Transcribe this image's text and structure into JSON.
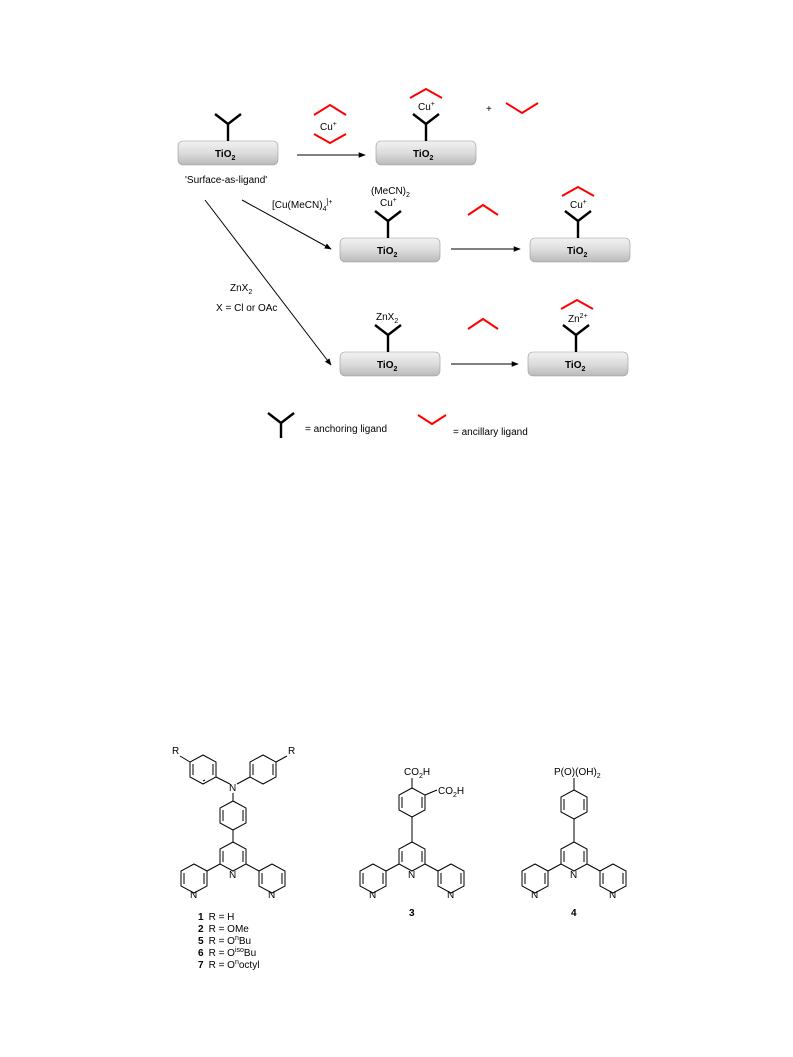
{
  "scheme": {
    "slab_label_main": "TiO",
    "slab_label_sub": "2",
    "surface_caption": "'Surface-as-ligand'",
    "top_reagent_cu": "Cu",
    "top_reagent_charge": "+",
    "top_product_cu": "Cu",
    "top_product_charge": "+",
    "plus_sign": "+",
    "mid_reagent_main": "[Cu(MeCN)",
    "mid_reagent_sub": "4",
    "mid_reagent_charge": "]+",
    "mid_intermediate_line1_main": "(MeCN)",
    "mid_intermediate_line1_sub": "2",
    "mid_intermediate_line2": "Cu",
    "mid_intermediate_charge": "+",
    "mid_product_cu": "Cu",
    "mid_product_charge": "+",
    "zn_reagent_main": "ZnX",
    "zn_reagent_sub": "2",
    "zn_condition": "X = Cl or OAc",
    "zn_intermediate_main": "ZnX",
    "zn_intermediate_sub": "2",
    "zn_product_main": "Zn",
    "zn_product_charge": "2+",
    "legend_anchoring": "= anchoring ligand",
    "legend_ancillary": "= ancillary ligand",
    "colors": {
      "ancillary": "#ff0000",
      "anchoring": "#000000",
      "slab": "#d9d9d9"
    }
  },
  "structures": {
    "substituent_R": "R",
    "amine_N": "N",
    "pyridine_N": "N",
    "cooh": "CO",
    "cooh_sub": "2",
    "cooh_h": "H",
    "phosphonic": "P(O)(OH)",
    "phosphonic_sub": "2",
    "compound_3": "3",
    "compound_4": "4",
    "r_list": [
      {
        "num": "1",
        "text": "R = H",
        "sup": ""
      },
      {
        "num": "2",
        "text": "R = OMe",
        "sup": ""
      },
      {
        "num": "5",
        "text": "R = O",
        "sup": "n",
        "tail": "Bu"
      },
      {
        "num": "6",
        "text": "R = O",
        "sup": "iso",
        "tail": "Bu"
      },
      {
        "num": "7",
        "text": "R = O",
        "sup": "n",
        "tail": "octyl"
      }
    ]
  }
}
